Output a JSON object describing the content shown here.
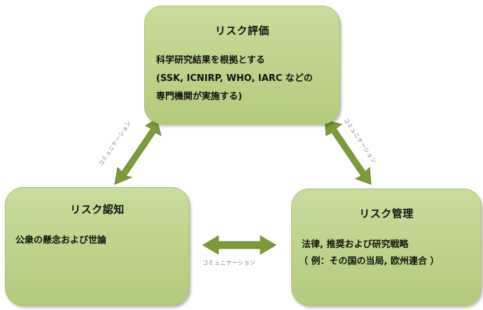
{
  "colors": {
    "box_fill": "#bcd38a",
    "arrow": "#7b9b3a"
  },
  "risk_evaluation": {
    "title": "リスク評価",
    "lines": [
      "科学研究結果を根拠とする",
      "(SSK, ICNIRP, WHO, IARC などの",
      "専門機関が実施する)"
    ]
  },
  "risk_perception": {
    "title": "リスク認知",
    "lines": [
      "公衆の懸念および世論"
    ]
  },
  "risk_management": {
    "title": "リスク管理",
    "lines": [
      "法律, 推奨および研究戦略",
      "（ 例：その国の当局, 欧州連合 ）"
    ]
  },
  "communication": {
    "left": "コミュニケーション",
    "right": "コミュニケーション",
    "bottom": "コミュニケーション"
  }
}
